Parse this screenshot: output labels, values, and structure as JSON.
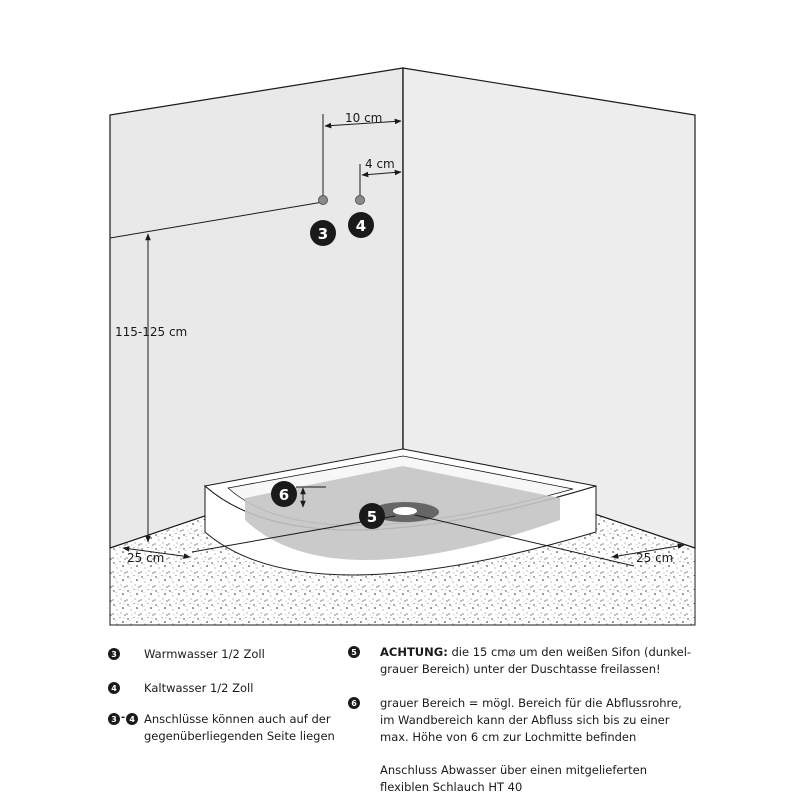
{
  "dimensions": {
    "d10": "10 cm",
    "d4": "4 cm",
    "height": "115-125 cm",
    "left25": "25 cm",
    "right25": "25 cm"
  },
  "badges": {
    "b3": "3",
    "b4": "4",
    "b5": "5",
    "b6": "6"
  },
  "legend": {
    "item3": {
      "bullet": "3",
      "text": "Warmwasser 1/2 Zoll"
    },
    "item4": {
      "bullet": "4",
      "text": "Kaltwasser 1/2 Zoll"
    },
    "item34": {
      "bullet_a": "3",
      "bullet_b": "4",
      "dash": "-",
      "line1": "Anschlüsse können auch auf der",
      "line2": "gegenüberliegenden Seite liegen"
    },
    "item5": {
      "bullet": "5",
      "lead": "ACHTUNG:",
      "line1": " die 15 cm⌀   um den weißen Sifon (dunkel-",
      "line2": "grauer Bereich) unter der Duschtasse freilassen!"
    },
    "item6": {
      "bullet": "6",
      "line1": "grauer Bereich = mögl. Bereich für die Abflussrohre,",
      "line2": "im Wandbereich kann der Abfluss sich bis zu einer",
      "line3": "max. Höhe von 6 cm zur Lochmitte befinden"
    },
    "note": {
      "line1": "Anschluss Abwasser über einen mitgelieferten",
      "line2": "flexiblen Schlauch HT 40"
    }
  },
  "colors": {
    "wall_left": "#e9e9e9",
    "wall_right": "#ededed",
    "ink": "#1a1a1a",
    "gray_zone": "#c4c4c4",
    "drain_ring": "#666666",
    "tray": "#ffffff"
  }
}
